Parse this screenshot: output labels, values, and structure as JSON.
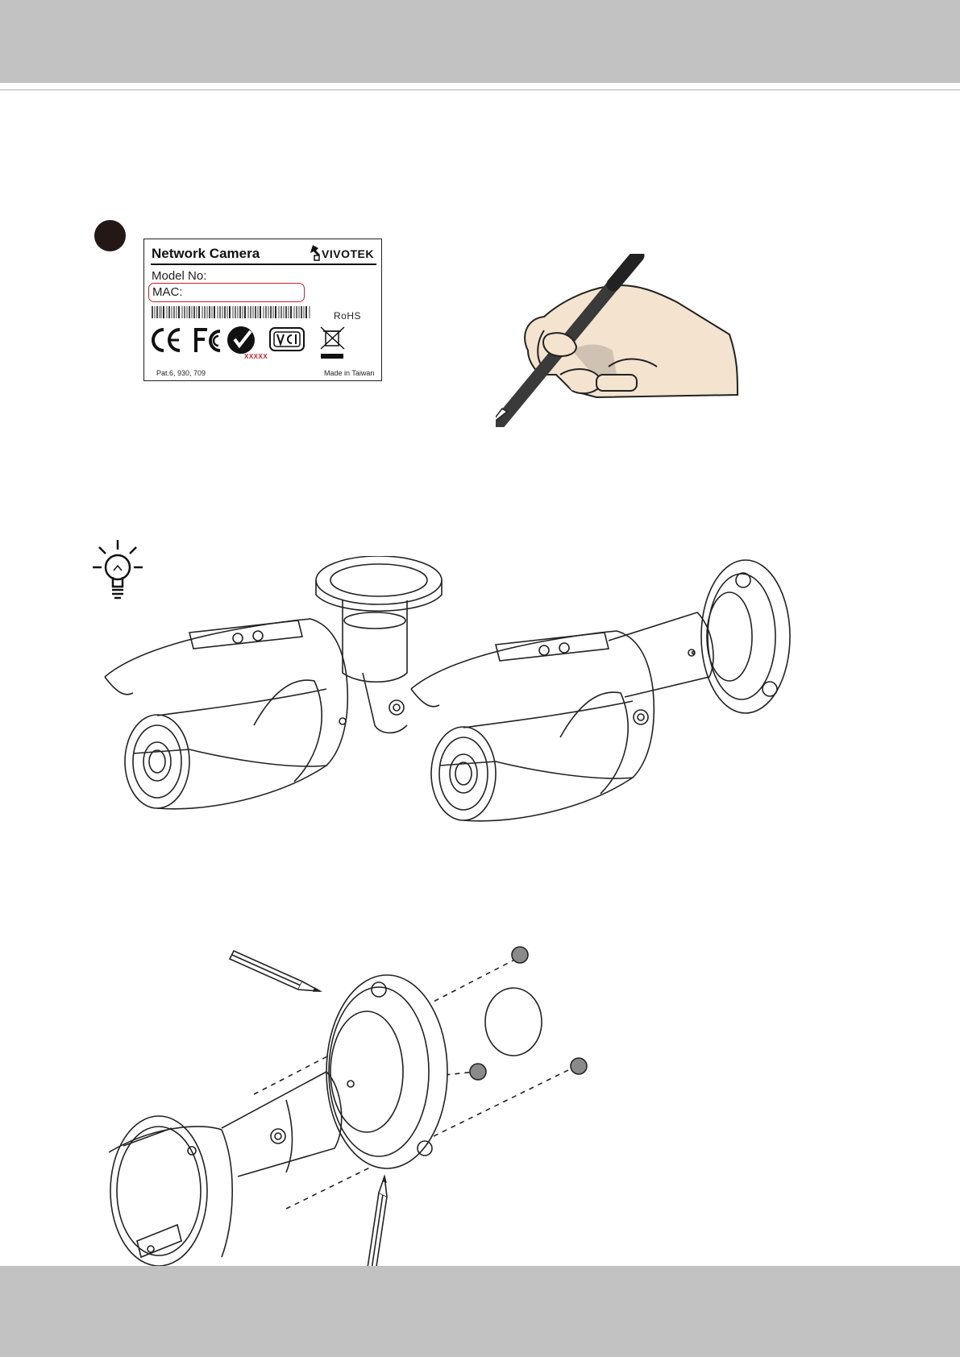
{
  "label": {
    "title": "Network Camera",
    "brand": "VIVOTEK",
    "model_line": "Model No:",
    "mac_line": "MAC:",
    "rohs": "RoHS",
    "cert_code": "XXXXX",
    "patent": "Pat.6, 930, 709",
    "origin": "Made in Taiwan"
  },
  "colors": {
    "header_band": "#c2c2c2",
    "footer_band": "#c2c2c2",
    "step_dot": "#231815",
    "mac_highlight": "#c8202c",
    "skin": "#f3e3cf",
    "pen": "#3a3a3a"
  },
  "icons": {
    "tip": "lightbulb-icon",
    "step": "step-marker",
    "write": "pen-in-hand",
    "mark": "pencil-icon"
  }
}
